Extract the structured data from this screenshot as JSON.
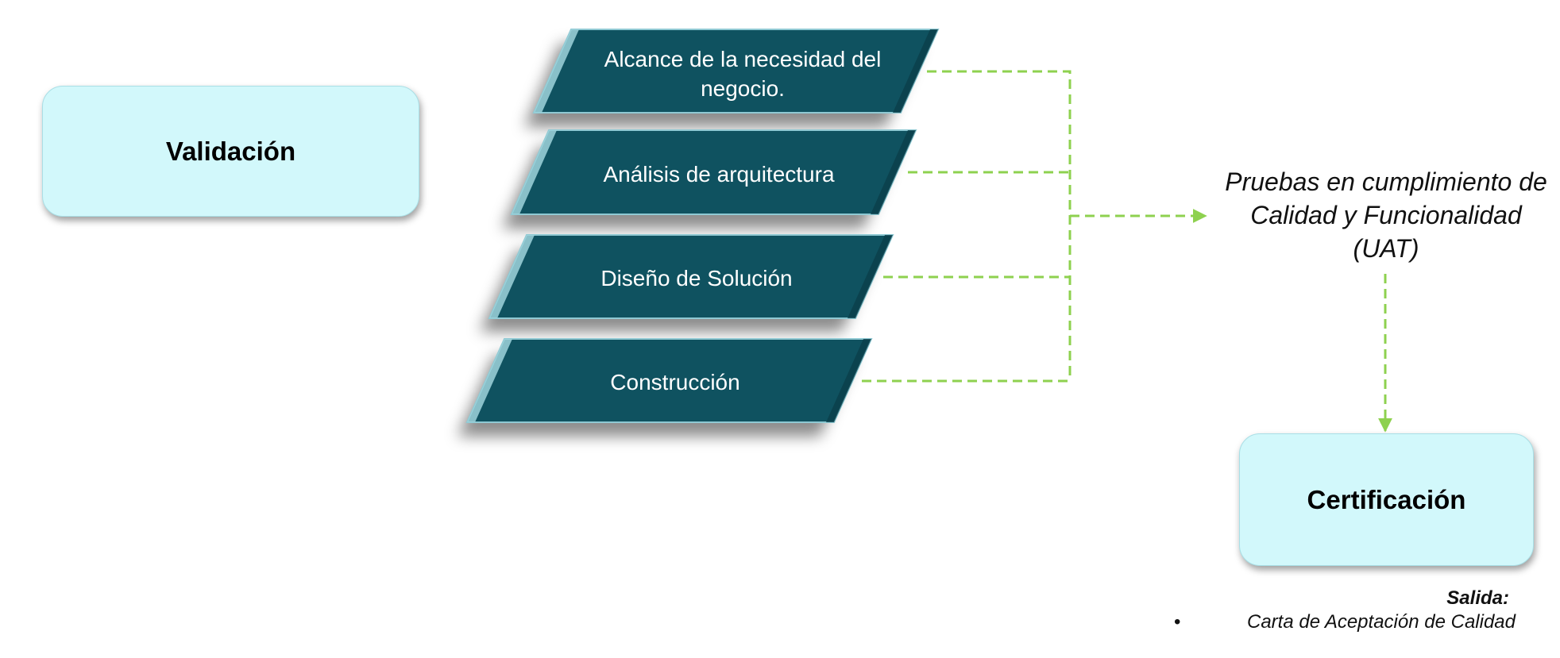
{
  "validation_label": "Validación",
  "certification_label": "Certificación",
  "steps": [
    {
      "label": "Alcance de la necesidad del negocio."
    },
    {
      "label": "Análisis de arquitectura"
    },
    {
      "label": "Diseño de Solución"
    },
    {
      "label": "Construcción"
    }
  ],
  "outcome_label": "Pruebas en cumplimiento de Calidad  y Funcionalidad (UAT)",
  "output": {
    "heading": "Salida:",
    "bullet": "•",
    "items": [
      "Carta de Aceptación de Calidad"
    ]
  },
  "colors": {
    "step_fill": "#0f5260",
    "step_highlight": "#9fd3dc",
    "box_fill": "#d2f8fb",
    "connector": "#8ed14f"
  }
}
